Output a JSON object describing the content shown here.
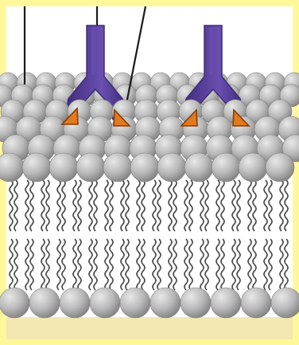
{
  "colors": {
    "frame": "#FFF89A",
    "top_bg": "#FFFFFF",
    "bottom_bg": "#F3E7B2",
    "head_light": "#E8E8E8",
    "head_mid": "#B9B9B9",
    "head_dark": "#808080",
    "tail": "#4A4A4A",
    "receptor": "#6A4FB0",
    "receptor_dark": "#3F2C7A",
    "binding_site": "#E07A1F",
    "binding_site_dark": "#8B3B05",
    "line": "#1A1A1A"
  },
  "components": {
    "upper_leaflet": "phospholipid-heads-upper",
    "lower_leaflet": "phospholipid-heads-lower",
    "tails": "fatty-acid-tails",
    "receptors": [
      "receptor-protein-left",
      "receptor-protein-right"
    ],
    "binding_sites": [
      "binding-site-1",
      "binding-site-2",
      "binding-site-3",
      "binding-site-4"
    ],
    "pointer_lines": [
      "pointer-line-left",
      "pointer-line-middle",
      "pointer-line-right"
    ]
  }
}
